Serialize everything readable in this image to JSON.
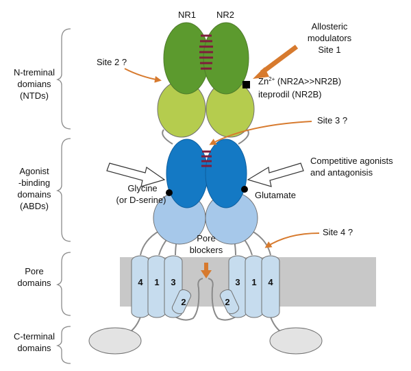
{
  "subunits": {
    "left": "NR1",
    "right": "NR2"
  },
  "domains": {
    "ntd": [
      "N-treminal",
      "domians",
      "(NTDs)"
    ],
    "abd": [
      "Agonist",
      "-binding",
      "domains",
      "(ABDs)"
    ],
    "pore": [
      "Pore",
      "domains"
    ],
    "cterm": [
      "C-terminal",
      "domains"
    ]
  },
  "annotations": {
    "allosteric": [
      "Allosteric",
      "modulators",
      "Site 1"
    ],
    "zn_base": "Zn",
    "zn_sup": "2+",
    "zn_rest": " (NR2A>>NR2B)",
    "ifenprodil": "iteprodil (NR2B)",
    "site2": "Site 2 ?",
    "site3": "Site 3 ?",
    "site4": "Site 4 ?",
    "competitive": [
      "Competitive agonists",
      "and antagonisis"
    ],
    "glycine": [
      "Glycine",
      "(or D-serine)"
    ],
    "glutamate": "Glutamate",
    "pore_blockers": [
      "Pore",
      "blockers"
    ]
  },
  "helices": {
    "left": [
      "4",
      "1",
      "3",
      "2"
    ],
    "right": [
      "3",
      "1",
      "4",
      "2"
    ]
  },
  "colors": {
    "ntd_upper": "#5c9a2e",
    "ntd_lower": "#b5cc4e",
    "abd_upper": "#1479c4",
    "abd_lower": "#a6c8ea",
    "tm_helix": "#c6dcee",
    "membrane": "#c8c8c8",
    "cterm": "#e3e3e3",
    "linker": "#7f1d3b",
    "arrow": "#d77a2e",
    "outline": "#6f6f6f"
  }
}
